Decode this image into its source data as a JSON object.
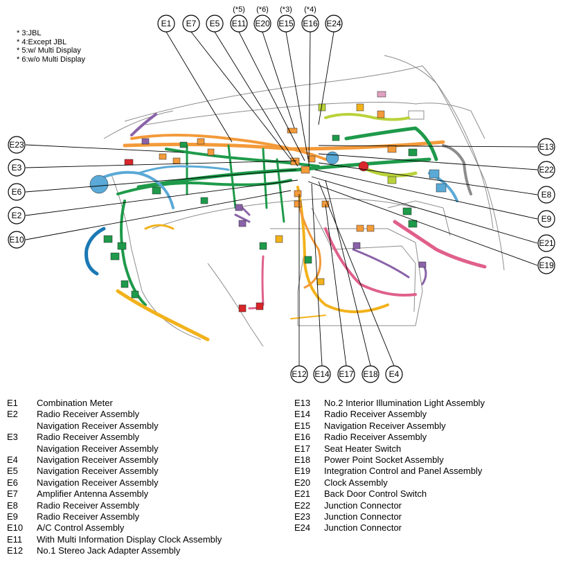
{
  "notes": [
    "* 3:JBL",
    "* 4:Except JBL",
    "* 5:w/ Multi Display",
    "* 6:w/o Multi Display"
  ],
  "callouts": {
    "E1": "E1",
    "E2": "E2",
    "E3": "E3",
    "E4": "E4",
    "E5": "E5",
    "E6": "E6",
    "E7": "E7",
    "E8": "E8",
    "E9": "E9",
    "E10": "E10",
    "E11": "E11",
    "E12": "E12",
    "E13": "E13",
    "E14": "E14",
    "E15": "E15",
    "E16": "E16",
    "E17": "E17",
    "E18": "E18",
    "E19": "E19",
    "E20": "E20",
    "E21": "E21",
    "E22": "E22",
    "E23": "E23",
    "E24": "E24"
  },
  "callout_notes": {
    "E11": "(*5)",
    "E20": "(*6)",
    "E15": "(*3)",
    "E16": "(*4)"
  },
  "legend_left": [
    {
      "code": "E1",
      "desc": "Combination Meter"
    },
    {
      "code": "E2",
      "desc": "Radio Receiver Assembly"
    },
    {
      "code": "",
      "desc": "Navigation Receiver Assembly"
    },
    {
      "code": "E3",
      "desc": "Radio Receiver Assembly"
    },
    {
      "code": "",
      "desc": "Navigation Receiver Assembly"
    },
    {
      "code": "E4",
      "desc": "Navigation Receiver Assembly"
    },
    {
      "code": "E5",
      "desc": "Navigation Receiver Assembly"
    },
    {
      "code": "E6",
      "desc": "Navigation Receiver Assembly"
    },
    {
      "code": "E7",
      "desc": "Amplifier Antenna Assembly"
    },
    {
      "code": "E8",
      "desc": "Radio Receiver Assembly"
    },
    {
      "code": "E9",
      "desc": "Radio Receiver Assembly"
    },
    {
      "code": "E10",
      "desc": "A/C Control Assembly"
    },
    {
      "code": "E11",
      "desc": "With Multi Information Display Clock Assembly"
    },
    {
      "code": "E12",
      "desc": "No.1 Stereo Jack Adapter Assembly"
    }
  ],
  "legend_right": [
    {
      "code": "E13",
      "desc": "No.2 Interior Illumination Light Assembly"
    },
    {
      "code": "E14",
      "desc": "Radio Receiver Assembly"
    },
    {
      "code": "E15",
      "desc": "Navigation Receiver Assembly"
    },
    {
      "code": "E16",
      "desc": "Radio Receiver Assembly"
    },
    {
      "code": "E17",
      "desc": "Seat Heater Switch"
    },
    {
      "code": "E18",
      "desc": "Power Point Socket Assembly"
    },
    {
      "code": "E19",
      "desc": "Integration Control and Panel Assembly"
    },
    {
      "code": "E20",
      "desc": "Clock Assembly"
    },
    {
      "code": "E21",
      "desc": "Back Door Control Switch"
    },
    {
      "code": "E22",
      "desc": "Junction Connector"
    },
    {
      "code": "E23",
      "desc": "Junction Connector"
    },
    {
      "code": "E24",
      "desc": "Junction Connector"
    }
  ],
  "colors": {
    "harness_green": "#1e9a4a",
    "harness_orange": "#f39a3a",
    "harness_yellow": "#f2b21c",
    "harness_blue": "#5aa9d6",
    "harness_dark_blue": "#1a78b4",
    "harness_pink": "#e0608a",
    "harness_purple": "#8a62a8",
    "harness_lime": "#b9d23a",
    "harness_red": "#d8262a",
    "dashboard_outline": "#8c8c8c"
  }
}
